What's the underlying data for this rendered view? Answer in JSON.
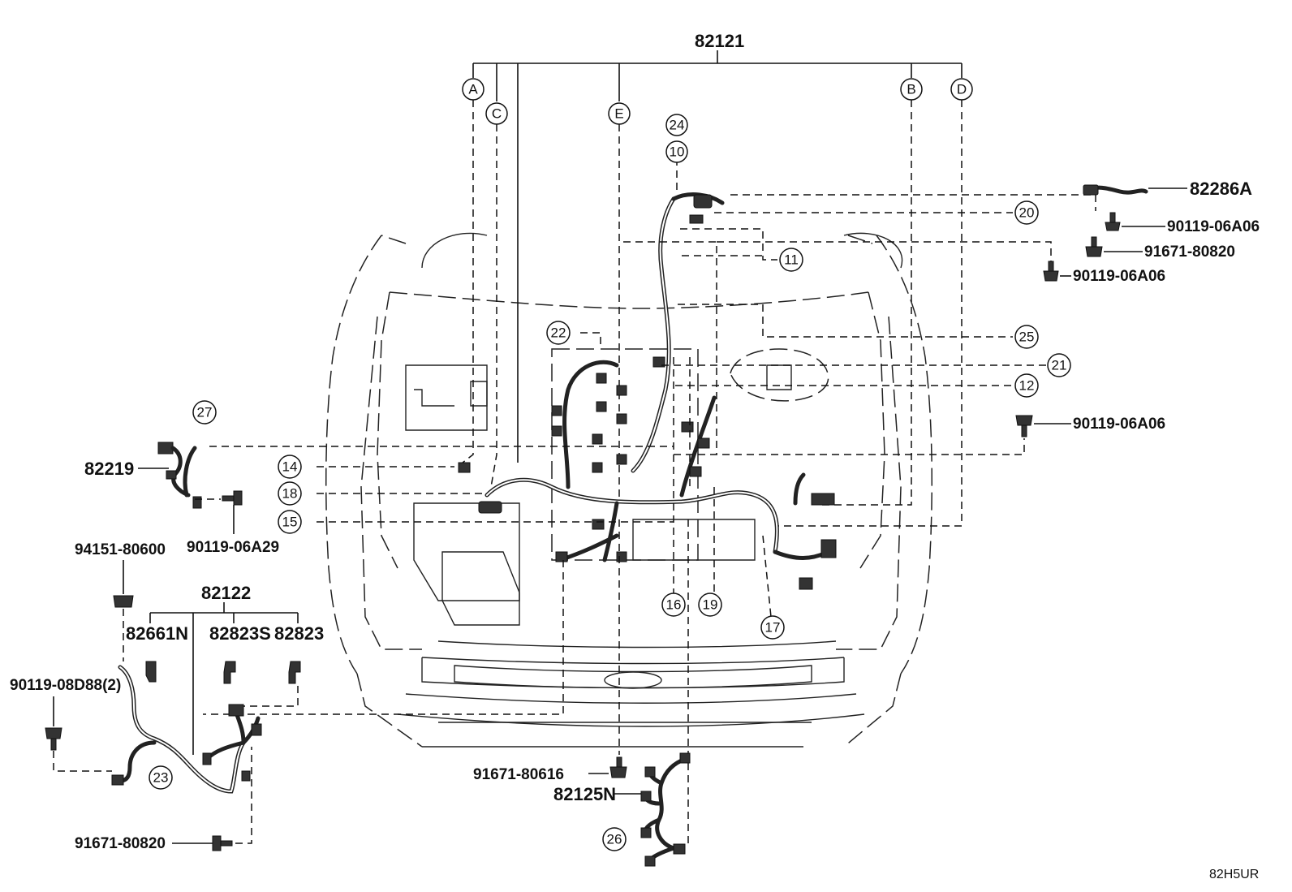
{
  "diagram_code": "82H5UR",
  "parts": {
    "main_harness": "82121",
    "hood_wire": "82286A",
    "wire_82219": "82219",
    "sub_harness": "82122",
    "clamp_82661N": "82661N",
    "clamp_82823S": "82823S",
    "clamp_82823": "82823",
    "injector_harness": "82125N",
    "bolt_1": "90119-06A06",
    "bolt_2": "91671-80820",
    "bolt_3": "90119-06A06",
    "bolt_4": "90119-06A06",
    "bolt_5": "90119-06A29",
    "bolt_6": "94151-80600",
    "bolt_7": "90119-08D88(2)",
    "bolt_8": "91671-80820",
    "bolt_9": "91671-80616"
  },
  "connector_letters": [
    "A",
    "B",
    "C",
    "D",
    "E"
  ],
  "callouts": [
    "10",
    "11",
    "12",
    "14",
    "15",
    "16",
    "17",
    "18",
    "19",
    "20",
    "21",
    "22",
    "23",
    "24",
    "25",
    "26",
    "27"
  ]
}
